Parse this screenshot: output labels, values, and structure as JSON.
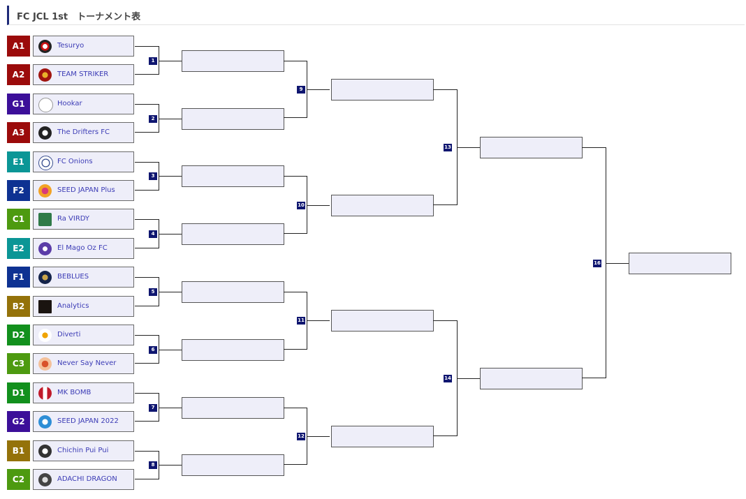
{
  "page": {
    "title": "FC JCL 1st　トーナメント表"
  },
  "colors": {
    "A": "#9b0b0b",
    "B": "#94720a",
    "C": "#4d9a10",
    "D": "#12901d",
    "E": "#0b9696",
    "F": "#0e3292",
    "G": "#3c0f99",
    "match_badge": "#0f1670",
    "box_fill": "#eeeef9",
    "team_text": "#3b3bb5"
  },
  "teams": [
    {
      "seed": "A1",
      "group": "A",
      "name": "Tesuryo",
      "icon": "tesuryo-logo-icon"
    },
    {
      "seed": "A2",
      "group": "A",
      "name": "TEAM STRIKER",
      "icon": "team-striker-logo-icon"
    },
    {
      "seed": "G1",
      "group": "G",
      "name": "Hookar",
      "icon": "hookar-logo-icon"
    },
    {
      "seed": "A3",
      "group": "A",
      "name": "The Drifters FC",
      "icon": "drifters-logo-icon"
    },
    {
      "seed": "E1",
      "group": "E",
      "name": "FC Onions",
      "icon": "onions-logo-icon"
    },
    {
      "seed": "F2",
      "group": "F",
      "name": "SEED JAPAN Plus",
      "icon": "seed-japan-plus-logo-icon"
    },
    {
      "seed": "C1",
      "group": "C",
      "name": "Ra VIRDY",
      "icon": "ra-virdy-logo-icon"
    },
    {
      "seed": "E2",
      "group": "E",
      "name": "El Mago Oz FC",
      "icon": "el-mago-oz-logo-icon"
    },
    {
      "seed": "F1",
      "group": "F",
      "name": "BEBLUES",
      "icon": "beblues-logo-icon"
    },
    {
      "seed": "B2",
      "group": "B",
      "name": "Analytics",
      "icon": "analytics-logo-icon"
    },
    {
      "seed": "D2",
      "group": "D",
      "name": "Diverti",
      "icon": "diverti-logo-icon"
    },
    {
      "seed": "C3",
      "group": "C",
      "name": "Never Say Never",
      "icon": "never-say-never-logo-icon"
    },
    {
      "seed": "D1",
      "group": "D",
      "name": "MK BOMB",
      "icon": "mk-bomb-logo-icon"
    },
    {
      "seed": "G2",
      "group": "G",
      "name": "SEED JAPAN 2022",
      "icon": "seed-japan-2022-logo-icon"
    },
    {
      "seed": "B1",
      "group": "B",
      "name": "Chichin Pui Pui",
      "icon": "chichin-pui-pui-logo-icon"
    },
    {
      "seed": "C2",
      "group": "C",
      "name": "ADACHI DRAGON",
      "icon": "adachi-dragon-logo-icon"
    }
  ],
  "matches": [
    "1",
    "2",
    "3",
    "4",
    "5",
    "6",
    "7",
    "8",
    "9",
    "10",
    "11",
    "12",
    "13",
    "14",
    "16"
  ]
}
